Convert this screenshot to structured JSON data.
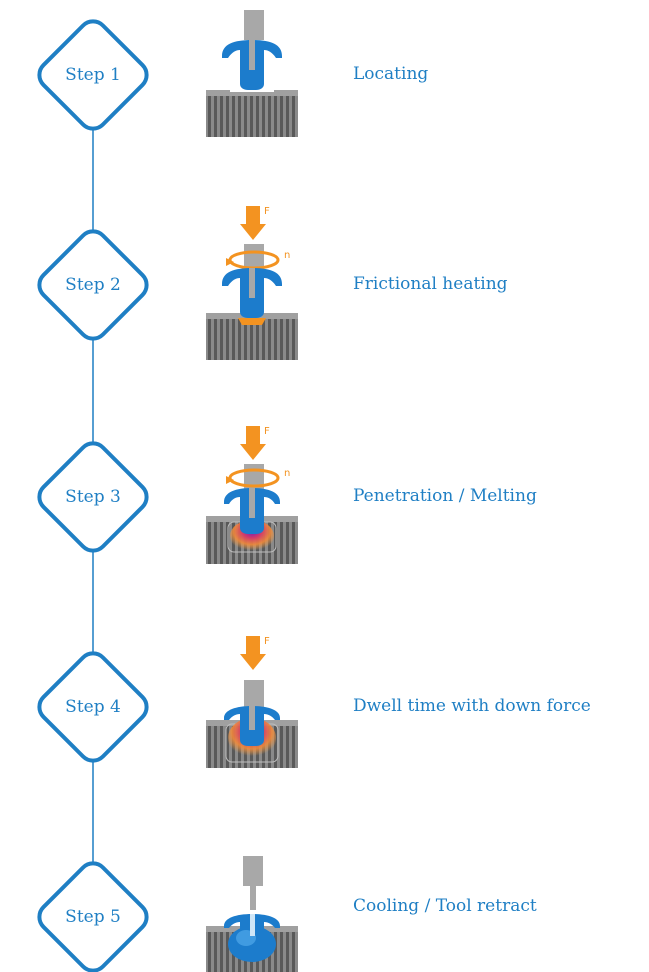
{
  "steps": [
    {
      "label": "Step 1",
      "description": "Locating",
      "icon": "stud-locating-icon"
    },
    {
      "label": "Step 2",
      "description": "Frictional heating",
      "icon": "stud-frictional-heating-icon",
      "force_label": "F",
      "rotation_label": "n"
    },
    {
      "label": "Step 3",
      "description": "Penetration / Melting",
      "icon": "stud-penetration-melting-icon",
      "force_label": "F",
      "rotation_label": "n"
    },
    {
      "label": "Step 4",
      "description": "Dwell time with down force",
      "icon": "stud-dwell-time-icon",
      "force_label": "F"
    },
    {
      "label": "Step 5",
      "description": "Cooling / Tool retract",
      "icon": "stud-cooling-retract-icon"
    }
  ],
  "colors": {
    "accent": "#1f7fc4",
    "part": "#1c7ccc",
    "tool": "#a8a8a8",
    "force": "#f39321",
    "base": "#6e6e6e"
  }
}
